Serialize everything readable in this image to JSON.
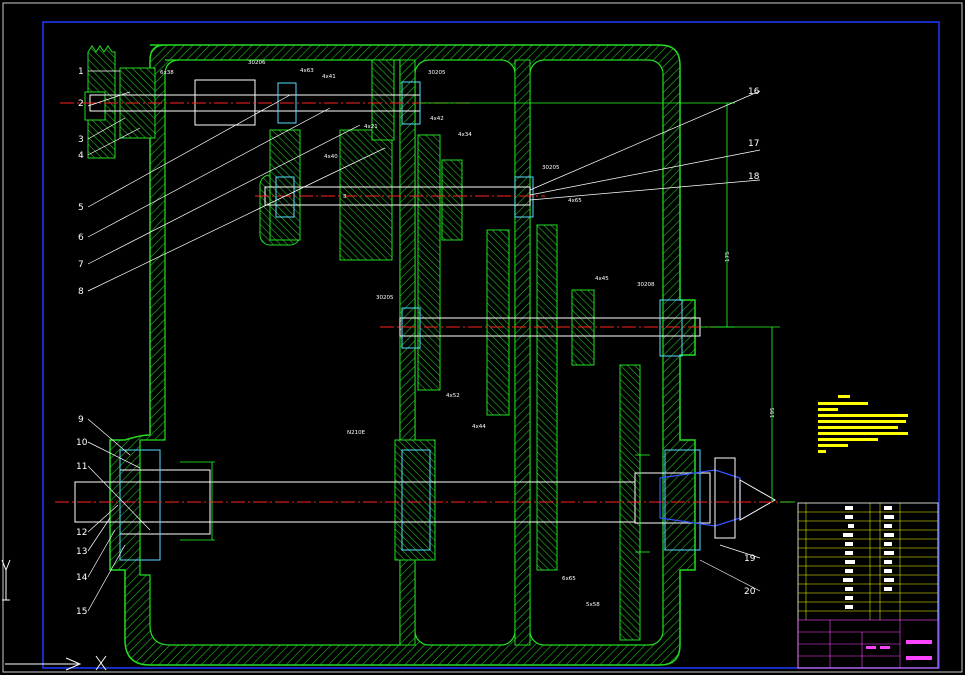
{
  "drawing": {
    "callouts": [
      "1",
      "2",
      "3",
      "4",
      "5",
      "6",
      "7",
      "8",
      "9",
      "10",
      "11",
      "12",
      "13",
      "14",
      "15",
      "16",
      "17",
      "18",
      "19",
      "20"
    ],
    "bearing_codes": {
      "b1": "30206",
      "b2": "30205",
      "b3": "30205",
      "b4": "30205",
      "b5": "30208",
      "b6": "N210E"
    },
    "small_marks": {
      "m1": "4x41",
      "m2": "4x63",
      "m3": "4x42",
      "m4": "4x34",
      "m5": "4x21",
      "m6": "4x40",
      "m7": "4x65",
      "m8": "4x52",
      "m9": "4x44",
      "m10": "4x45",
      "m11": "5x58",
      "m12": "6x65",
      "m13": "6x38",
      "m14": "3"
    },
    "dims": {
      "d1": "175",
      "d2": "195"
    }
  },
  "colors": {
    "frame": "#1f3bff",
    "housing": "#22dd22",
    "axis": "#ff2222",
    "shaft": "#ffffff",
    "dim": "#22ff22",
    "notes": "#ffff00",
    "title_block": "#ff44ff"
  }
}
